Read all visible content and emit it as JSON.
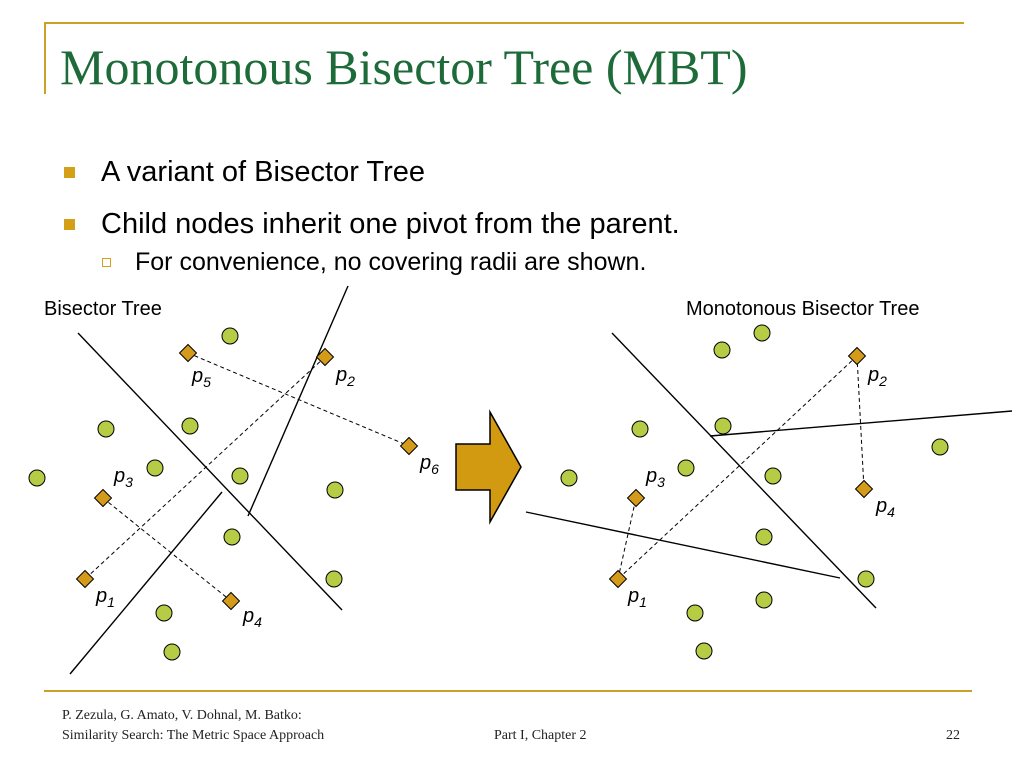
{
  "slide": {
    "title": "Monotonous Bisector Tree (MBT)",
    "bullets": [
      "A variant of Bisector Tree",
      "Child nodes inherit one pivot from the parent."
    ],
    "sub_bullet": "For convenience, no covering radii are shown."
  },
  "diagram": {
    "left_caption": "Bisector Tree",
    "right_caption": "Monotonous Bisector Tree",
    "pivot_letter": "p",
    "labels": {
      "left": {
        "p5": "5",
        "p2": "2",
        "p6": "6",
        "p3": "3",
        "p1": "1",
        "p4": "4"
      },
      "right": {
        "p2": "2",
        "p3": "3",
        "p4": "4",
        "p1": "1"
      }
    },
    "colors": {
      "point_fill": "#b6cc45",
      "pivot_fill": "#d49b1a",
      "arrow_fill": "#d29a10",
      "title_color": "#1e6b3a",
      "accent": "#c9a227"
    }
  },
  "footer": {
    "authors": "P. Zezula, G. Amato, V. Dohnal, M. Batko:",
    "book": "Similarity Search: The Metric Space Approach",
    "chapter": "Part I, Chapter 2",
    "page": "22"
  }
}
